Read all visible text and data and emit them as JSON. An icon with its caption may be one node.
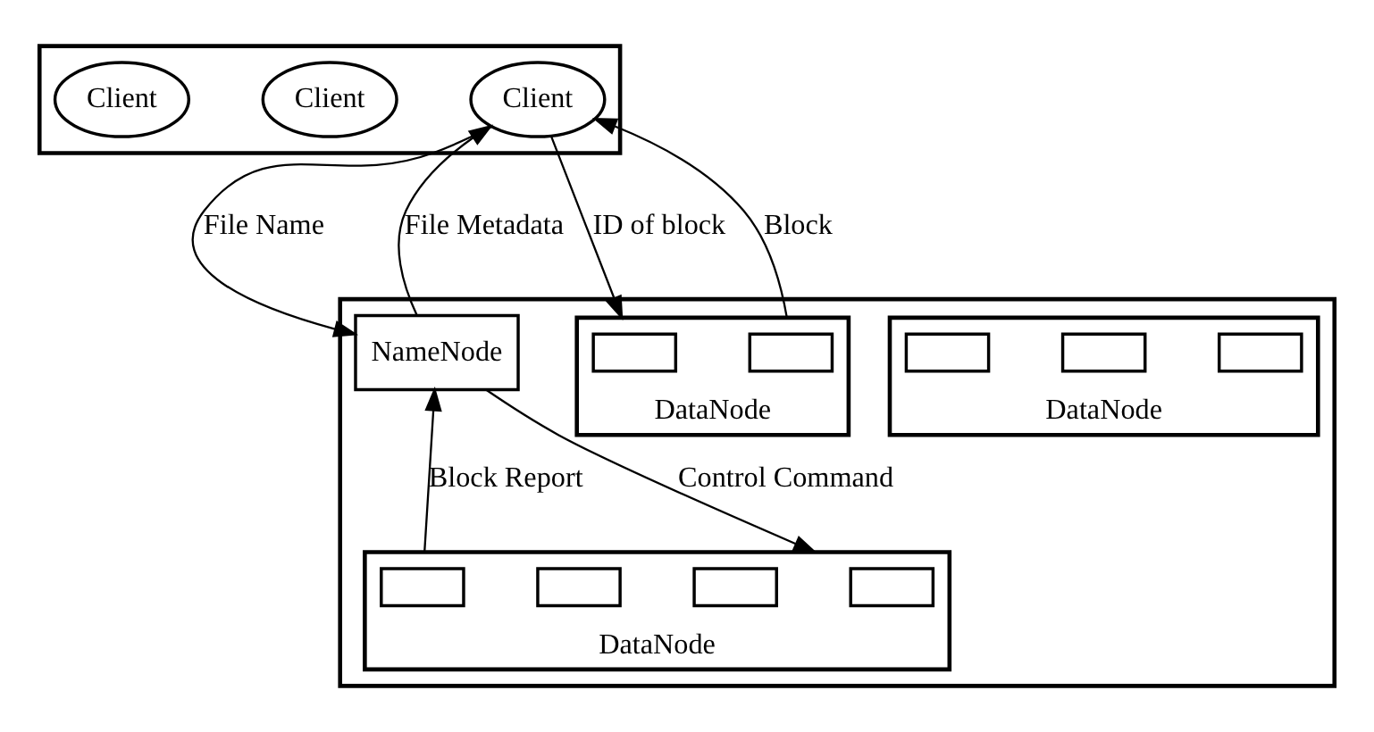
{
  "diagram": {
    "nodes": [
      {
        "text": [],
        "shape": "box"
      },
      {
        "text": [
          "Client"
        ],
        "in": 0
      },
      {
        "text": [
          "Client"
        ],
        "in": 0
      },
      {
        "text": [
          "Client"
        ],
        "in": 0
      },
      {
        "text": [],
        "shape": "box"
      },
      {
        "text": [
          "NameNode"
        ],
        "in": 4
      },
      {
        "text": [],
        "shape": "box",
        "beside": [
          "DataNode"
        ],
        "in": 4
      },
      {
        "text": [],
        "shape": "box",
        "in": 6
      },
      {
        "text": [],
        "shape": "box",
        "in": 6
      },
      {
        "text": [],
        "shape": "box",
        "in": 6
      },
      {
        "text": [],
        "shape": "box",
        "beside": [
          "DataNode"
        ],
        "in": 4
      },
      {
        "text": [],
        "shape": "box",
        "in": 10
      },
      {
        "text": [],
        "shape": "box",
        "in": 10
      },
      {
        "text": [],
        "shape": "box",
        "beside": [
          "DataNode"
        ],
        "in": 4
      },
      {
        "text": [],
        "shape": "box",
        "in": 13
      },
      {
        "text": [],
        "shape": "box",
        "in": 13
      },
      {
        "text": [],
        "shape": "box",
        "in": 13
      },
      {
        "text": [],
        "shape": "box",
        "in": 13
      }
    ],
    "edges": [
      {
        "from": 1,
        "to": 5,
        "arrow": "to",
        "label": "File Name"
      },
      {
        "from": 5,
        "to": 1,
        "arrow": "to",
        "label": "File Metadata"
      },
      {
        "from": 1,
        "to": 10,
        "arrow": "to",
        "label": "ID of block"
      },
      {
        "from": 10,
        "to": 1,
        "arrow": "to",
        "label": "Block"
      },
      {
        "from": 13,
        "to": 5,
        "arrow": "to",
        "label": "Block Report"
      },
      {
        "from": 5,
        "to": 13,
        "arrow": "to",
        "label": "Control Command"
      }
    ]
  }
}
